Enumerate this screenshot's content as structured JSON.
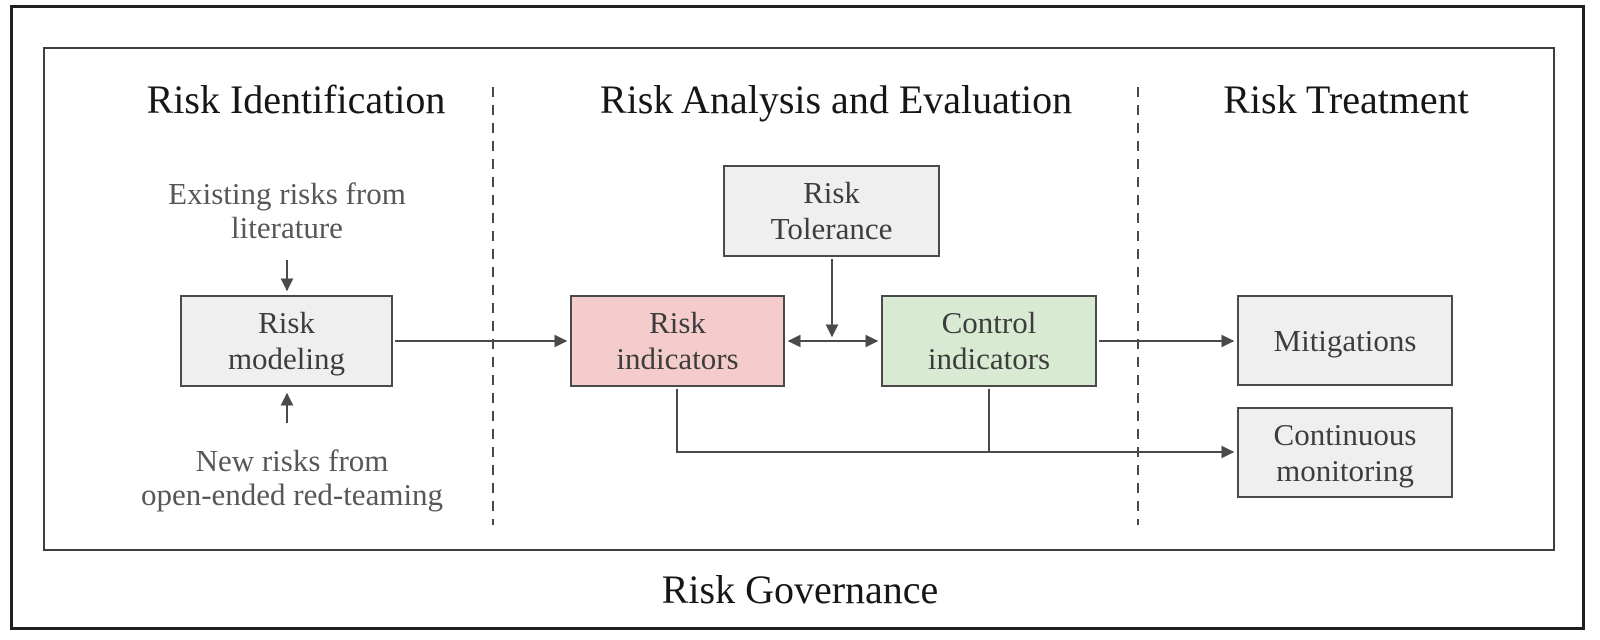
{
  "sections": {
    "identification": {
      "title": "Risk Identification"
    },
    "analysis": {
      "title": "Risk Analysis and Evaluation"
    },
    "treatment": {
      "title": "Risk Treatment"
    },
    "governance": {
      "title": "Risk Governance"
    }
  },
  "nodes": {
    "risk_modeling": {
      "label": "Risk\nmodeling",
      "fill": "#efefef"
    },
    "risk_tolerance": {
      "label": "Risk\nTolerance",
      "fill": "#efefef"
    },
    "risk_indicators": {
      "label": "Risk\nindicators",
      "fill": "#f4cccc"
    },
    "control_indicators": {
      "label": "Control\nindicators",
      "fill": "#d9ead3"
    },
    "mitigations": {
      "label": "Mitigations",
      "fill": "#efefef"
    },
    "continuous_monitoring": {
      "label": "Continuous\nmonitoring",
      "fill": "#efefef"
    }
  },
  "annotations": {
    "existing_risks": "Existing risks from\nliterature",
    "new_risks": "New risks from\nopen-ended red-teaming"
  },
  "edges": [
    {
      "from": "existing_risks",
      "to": "risk_modeling",
      "style": "arrow"
    },
    {
      "from": "new_risks",
      "to": "risk_modeling",
      "style": "arrow"
    },
    {
      "from": "risk_modeling",
      "to": "risk_indicators",
      "style": "arrow"
    },
    {
      "from": "risk_indicators",
      "to": "control_indicators",
      "style": "double-arrow"
    },
    {
      "from": "risk_tolerance",
      "to": "risk_indicators<->control_indicators",
      "style": "arrow"
    },
    {
      "from": "control_indicators",
      "to": "mitigations",
      "style": "arrow"
    },
    {
      "from": "risk_indicators+control_indicators",
      "to": "continuous_monitoring",
      "style": "arrow"
    }
  ],
  "colors": {
    "frame_outer": "#1f1f1f",
    "frame_inner": "#3f3f3f",
    "connector": "#4a4a4a",
    "box_border": "#4a4a4a",
    "box_gray_fill": "#efefef",
    "box_pink_fill": "#f4cccc",
    "box_green_fill": "#d9ead3",
    "header_text": "#161616",
    "box_text": "#3d3d3d",
    "annotation_text": "#575757"
  }
}
